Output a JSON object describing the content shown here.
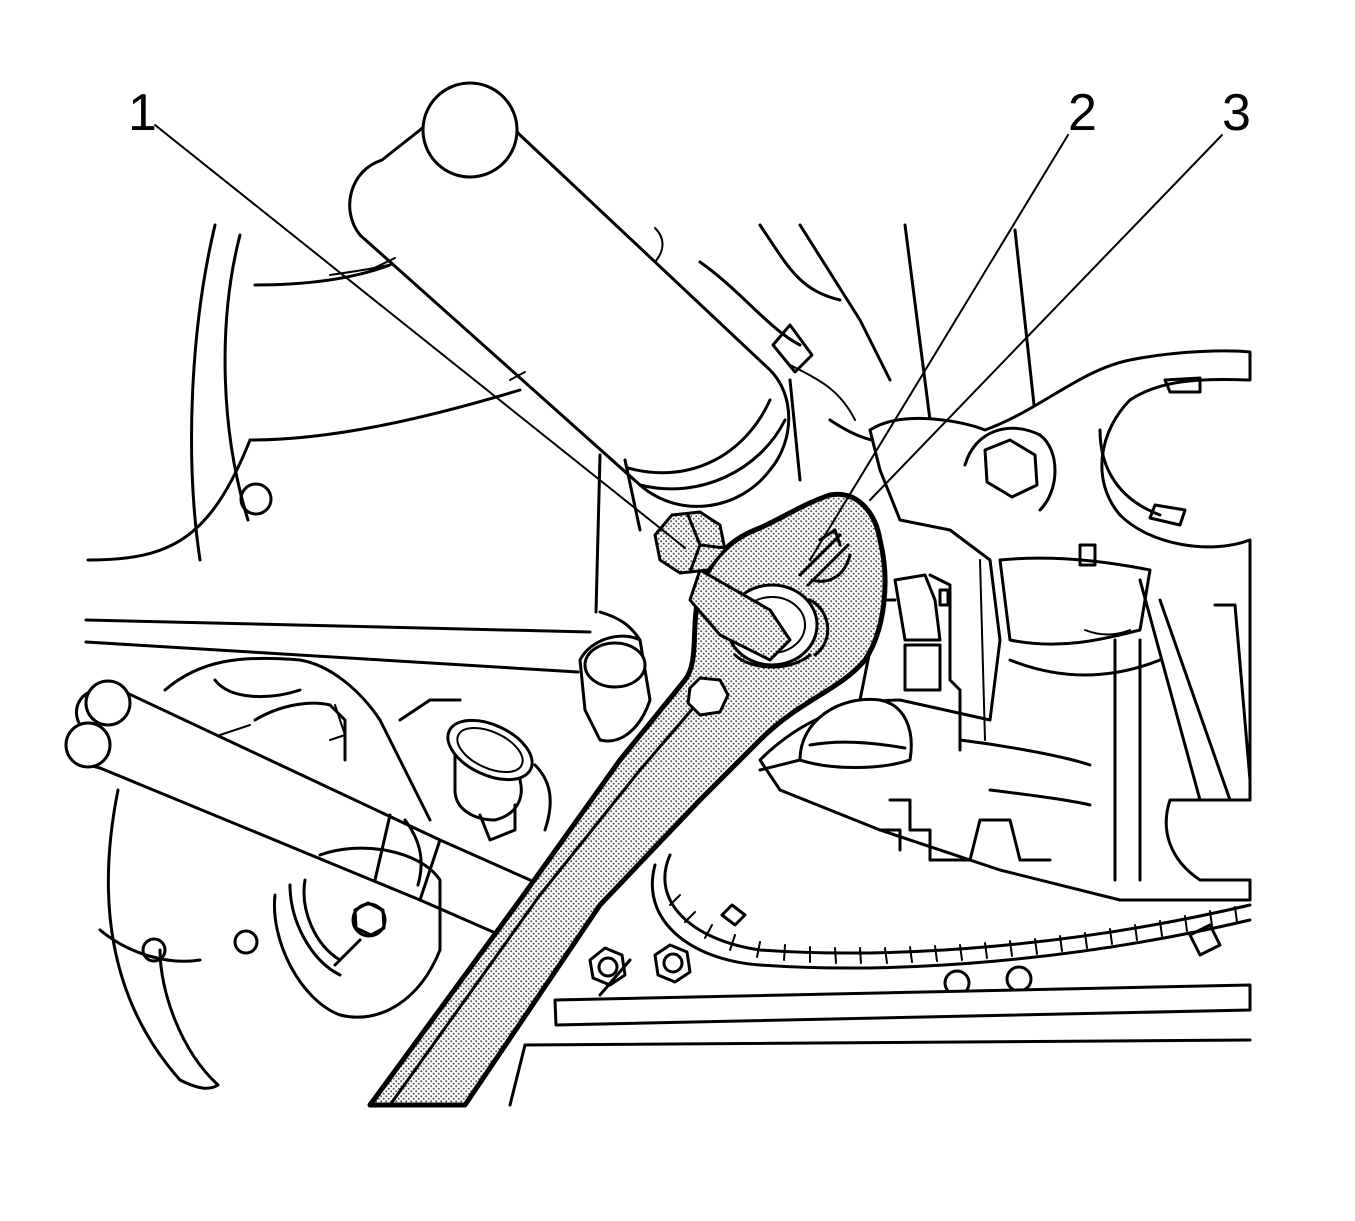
{
  "callouts": [
    {
      "id": "1",
      "label": "1"
    },
    {
      "id": "2",
      "label": "2"
    },
    {
      "id": "3",
      "label": "3"
    }
  ],
  "colors": {
    "line": "#000000",
    "background": "#ffffff",
    "highlight_fill": "stippled-gray"
  }
}
